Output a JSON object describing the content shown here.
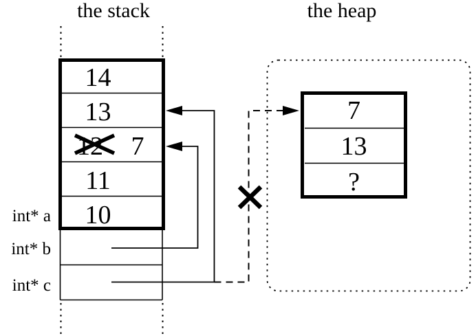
{
  "canvas": {
    "background": "#ffffff",
    "ink": "#000000"
  },
  "stack": {
    "title": "the stack",
    "frame": {
      "cells": [
        {
          "value": "14",
          "crossed_out": false
        },
        {
          "value": "13",
          "crossed_out": false
        },
        {
          "value": "12",
          "crossed_out": true,
          "new_value": "7"
        },
        {
          "value": "11",
          "crossed_out": false
        },
        {
          "value": "10",
          "crossed_out": false
        }
      ]
    },
    "variables": [
      {
        "label": "int* a"
      },
      {
        "label": "int* b"
      },
      {
        "label": "int* c"
      }
    ]
  },
  "heap": {
    "title": "the heap",
    "block": {
      "cells": [
        {
          "value": "7"
        },
        {
          "value": "13"
        },
        {
          "value": "?"
        }
      ]
    }
  }
}
